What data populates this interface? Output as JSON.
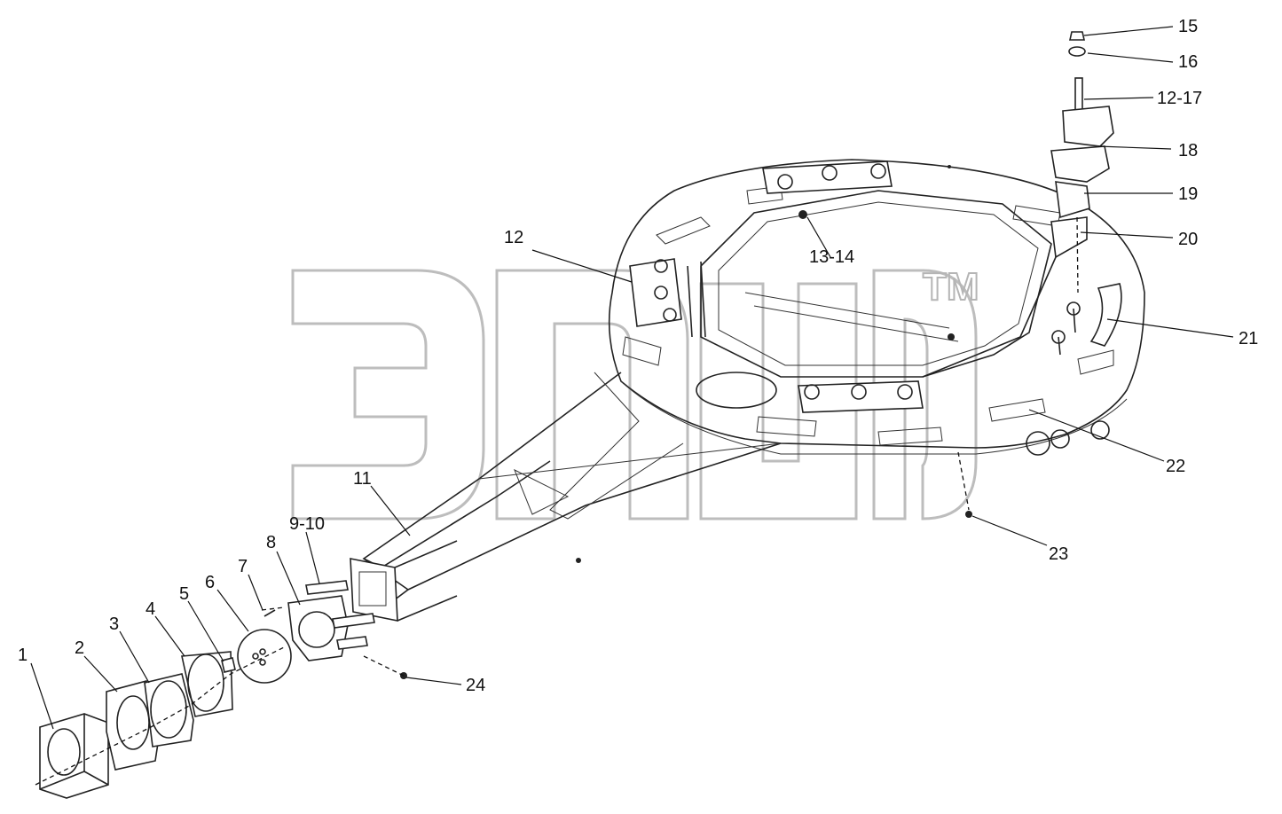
{
  "watermark": {
    "mark": "TM"
  },
  "labels": {
    "p1": "1",
    "p2": "2",
    "p3": "3",
    "p4": "4",
    "p5": "5",
    "p6": "6",
    "p7": "7",
    "p8": "8",
    "p9_10": "9-10",
    "p11": "11",
    "p12": "12",
    "p13_14": "13-14",
    "p15": "15",
    "p16": "16",
    "p12_17": "12-17",
    "p18": "18",
    "p19": "19",
    "p20": "20",
    "p21": "21",
    "p22": "22",
    "p23": "23",
    "p24": "24"
  }
}
